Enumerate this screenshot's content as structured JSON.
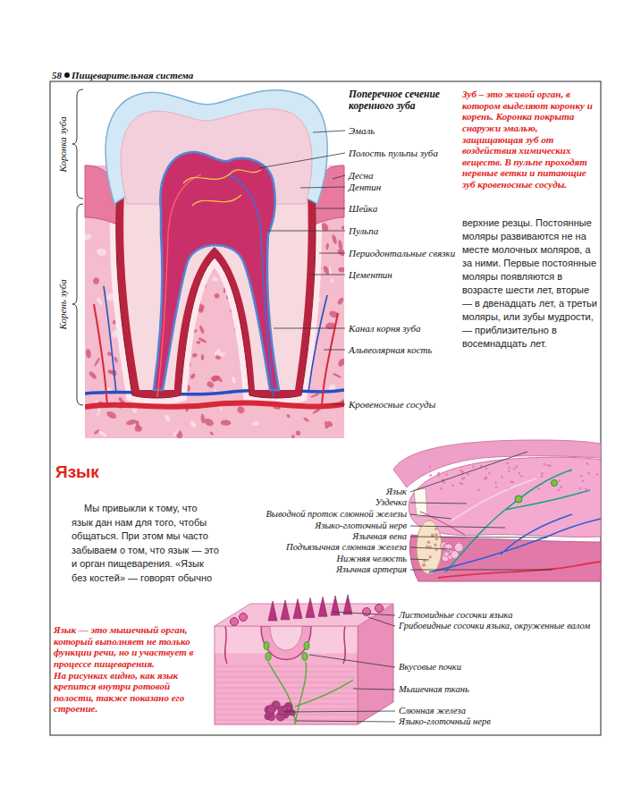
{
  "diagram": {
    "labels": [
      "58",
      "Пищеварительная система",
      "Коронка зуба",
      "Корень зуба",
      "Поперечное сечение коренного зуба",
      "Эмаль",
      "Полость пульпы зуба",
      "Десна",
      "Дентин",
      "Шейка",
      "Пульпа",
      "Периодонтальные связки",
      "Цементин",
      "Канал корня зуба",
      "Альвеолярная кость",
      "Кровеносные сосуды",
      "Зуб – это живой орган, в котором выделяют коронку и корень. Коронка покрыта снаружи эмалью, защищающая зуб от воздействия химических веществ. В пульпе проходят нервные ветки и питающие зуб кровеносные сосуды.",
      "верхние резцы. Постоянные моляры развиваются не на месте молочных моляров, а за ними. Первые постоянные моляры появляются в возрасте шести лет, вторые — в двенадцать лет, а третьи моляры, или зубы мудрости, — приблизительно в восемнадцать лет.",
      "Язык",
      "Мы привыкли к тому, что язык дан нам для того, чтобы общаться. При этом мы часто забываем о том, что язык — это и орган пищеварения. «Язык без костей» — говорят обычно",
      "Язык",
      "Уздечка",
      "Выводной проток слюнной железы",
      "Языко-глоточный нерв",
      "Язычная вена",
      "Подъязычная слюнная железа",
      "Нижняя челюсть",
      "Язычная артерия",
      "Язык — это мышечный орган, который выполняет не только функции речи, но и участвует в процессе пищеварения.",
      "На рисунках видно, как язык крепится внутри ротовой полости, также показано его строение.",
      "Листовидные сосочки языка",
      "Грибовидные сосочки языка, окруженные валом",
      "Вкусовые почки",
      "Мышечная ткань",
      "Слюнная железа",
      "Языко-глоточный нерв"
    ]
  }
}
